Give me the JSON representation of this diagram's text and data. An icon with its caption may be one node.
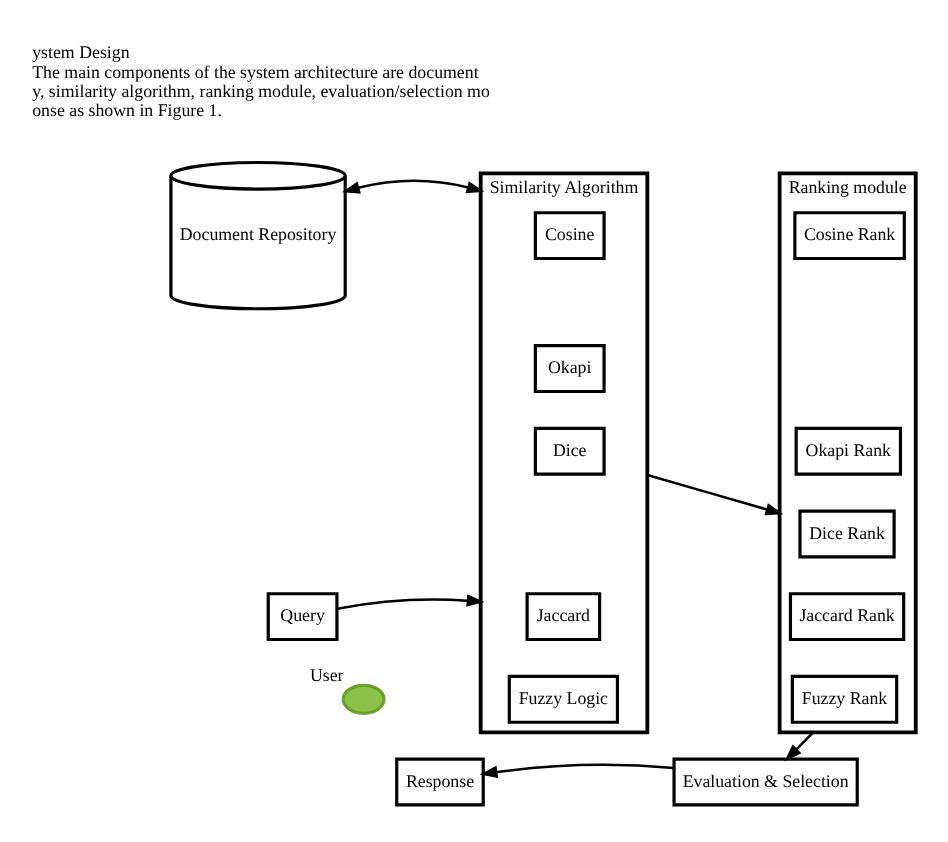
{
  "diagram": {
    "nodes": [
      {
        "text": [
          "Document Repository"
        ]
      },
      {
        "text": [
          "Similarity Algorithm"
        ]
      },
      {
        "text": [
          "Cosine"
        ],
        "in": 1
      },
      {
        "text": [
          "Okapi"
        ],
        "in": 1
      },
      {
        "text": [
          "Dice"
        ],
        "in": 1
      },
      {
        "text": [
          "Jaccard"
        ],
        "in": 1
      },
      {
        "text": [
          "Fuzzy Logic"
        ],
        "in": 1
      },
      {
        "text": [
          "Ranking module"
        ]
      },
      {
        "text": [
          "Cosine Rank"
        ],
        "in": 7
      },
      {
        "text": [
          "Okapi Rank"
        ],
        "in": 7
      },
      {
        "text": [
          "Dice Rank"
        ],
        "in": 7
      },
      {
        "text": [
          "Jaccard Rank"
        ],
        "in": 7
      },
      {
        "text": [
          "Fuzzy Rank"
        ],
        "in": 7
      },
      {
        "text": [
          "Query"
        ]
      },
      {
        "text": [],
        "shape": "person",
        "beside": [
          "User"
        ]
      },
      {
        "text": [
          "Response"
        ]
      },
      {
        "text": [
          "Evaluation & Selection"
        ]
      }
    ],
    "edges": [
      {
        "from": 0,
        "to": 1,
        "arrow": "both"
      },
      {
        "from": 13,
        "to": 1,
        "arrow": "to"
      },
      {
        "from": 1,
        "to": 7,
        "arrow": "to"
      },
      {
        "from": 7,
        "to": 16,
        "arrow": "to"
      },
      {
        "from": 16,
        "to": 15,
        "arrow": "to"
      }
    ],
    "labels": [
      "ystem Design",
      "The main components of the system architecture are document",
      "y, similarity algorithm, ranking module, evaluation/selection mo",
      "onse as shown in Figure 1."
    ]
  }
}
